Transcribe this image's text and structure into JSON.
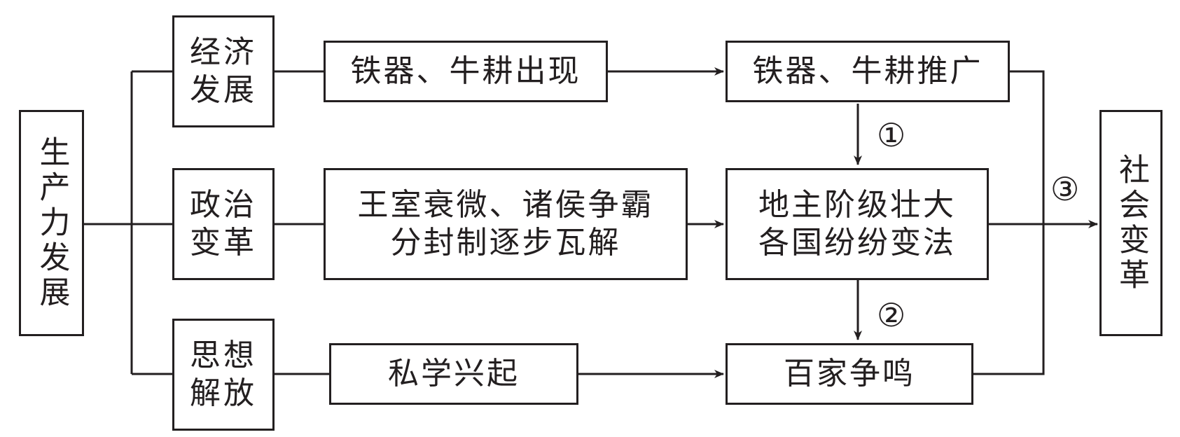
{
  "source": {
    "label": "生产力发展"
  },
  "categories": {
    "economy": {
      "label": "经济发展"
    },
    "politics": {
      "label": "政治变革"
    },
    "thought": {
      "label": "思想解放"
    }
  },
  "middle": {
    "iron_appear": {
      "label": "铁器、牛耕出现"
    },
    "royal_decline": {
      "line1": "王室衰微、诸侯争霸",
      "line2": "分封制逐步瓦解"
    },
    "private_school": {
      "label": "私学兴起"
    }
  },
  "right": {
    "iron_spread": {
      "label": "铁器、牛耕推广"
    },
    "landlord": {
      "line1": "地主阶级壮大",
      "line2": "各国纷纷变法"
    },
    "hundred_schools": {
      "label": "百家争鸣"
    }
  },
  "result": {
    "label": "社会变革"
  },
  "markers": {
    "m1": "①",
    "m2": "②",
    "m3": "③"
  }
}
